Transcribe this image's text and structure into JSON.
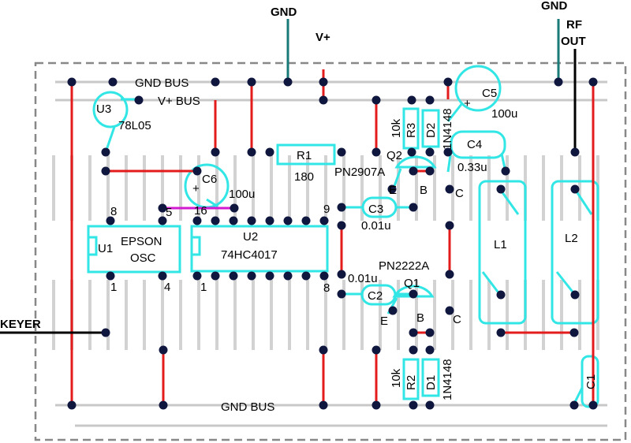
{
  "labels": {
    "gnd_top": "GND",
    "vplus": "V+",
    "gnd_rf": "GND",
    "rf": "RF",
    "out": "OUT",
    "gnd_bus_top": "GND BUS",
    "vplus_bus": "V+ BUS",
    "gnd_bus_bottom": "GND BUS",
    "keyer": "KEYER",
    "u3": "U3",
    "u3_part": "78L05",
    "c5": "C5",
    "c5_val": "100u",
    "r3": "R3",
    "r3_val": "10k",
    "d2": "D2",
    "d2_part": "1N4148",
    "c4": "C4",
    "c4_val": "0.33u",
    "r1": "R1",
    "r1_val": "180",
    "q2": "Q2",
    "q2_part": "PN2907A",
    "q2_e": "E",
    "q2_b": "B",
    "q2_c": "C",
    "c6": "C6",
    "c6_val": "100u",
    "pin5": "5",
    "pin16": "16",
    "pin9": "9",
    "pin8a": "8",
    "pin1a": "1",
    "pin4": "4",
    "pin1b": "1",
    "pin8b": "8",
    "c3": "C3",
    "c3_val": "0.01u",
    "u1": "U1",
    "u1_part1": "EPSON",
    "u1_part2": "OSC",
    "u2": "U2",
    "u2_part": "74HC4017",
    "l1": "L1",
    "l2": "L2",
    "q1_part": "PN2222A",
    "c2_val": "0.01u",
    "q1": "Q1",
    "c2": "C2",
    "q1_e": "E",
    "q1_b": "B",
    "q1_c": "C",
    "r2": "R2",
    "r2_val": "10k",
    "d1": "D1",
    "d1_part": "1N4148",
    "c1": "C1",
    "plus": "+"
  },
  "colors": {
    "outline": "#33e6e6",
    "pad": "#10173f",
    "wire_red": "#e41b1b",
    "wire_teal": "#1a7a78",
    "wire_black": "#000000",
    "wire_magenta": "#d21ad2",
    "strip": "#d2d2d2",
    "border": "#888888"
  }
}
